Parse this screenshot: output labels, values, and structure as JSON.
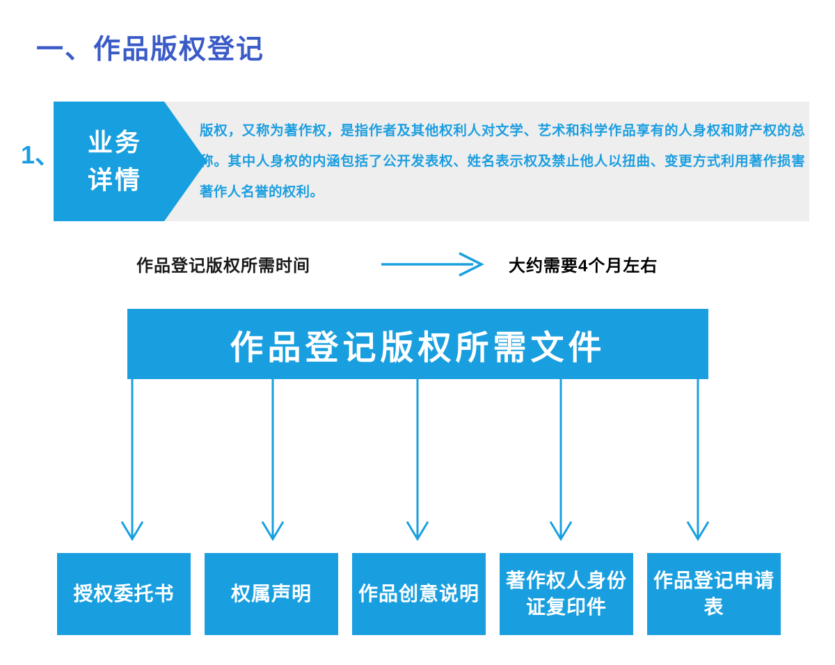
{
  "page": {
    "title": "一、作品版权登记",
    "accent_blue": "#199fdf",
    "title_color": "#3a5bc7",
    "panel_gray": "#eeeeee"
  },
  "detail": {
    "index": "1、",
    "badge_line1": "业务",
    "badge_line2": "详情",
    "body": "版权，又称为著作权，是指作者及其他权利人对文学、艺术和科学作品享有的人身权和财产权的总称。其中人身权的内涵包括了公开发表权、姓名表示权及禁止他人以扭曲、变更方式利用著作损害著作人名誉的权利。"
  },
  "timeline": {
    "left_label": "作品登记版权所需时间",
    "arrow_icon": "right-arrow-icon",
    "right_label": "大约需要4个月左右"
  },
  "files": {
    "header": "作品登记版权所需文件",
    "items": [
      {
        "label": "授权委托书"
      },
      {
        "label": "权属声明"
      },
      {
        "label": "作品创意说明"
      },
      {
        "label": "著作权人身份证复印件"
      },
      {
        "label": "作品登记申请表"
      }
    ]
  }
}
